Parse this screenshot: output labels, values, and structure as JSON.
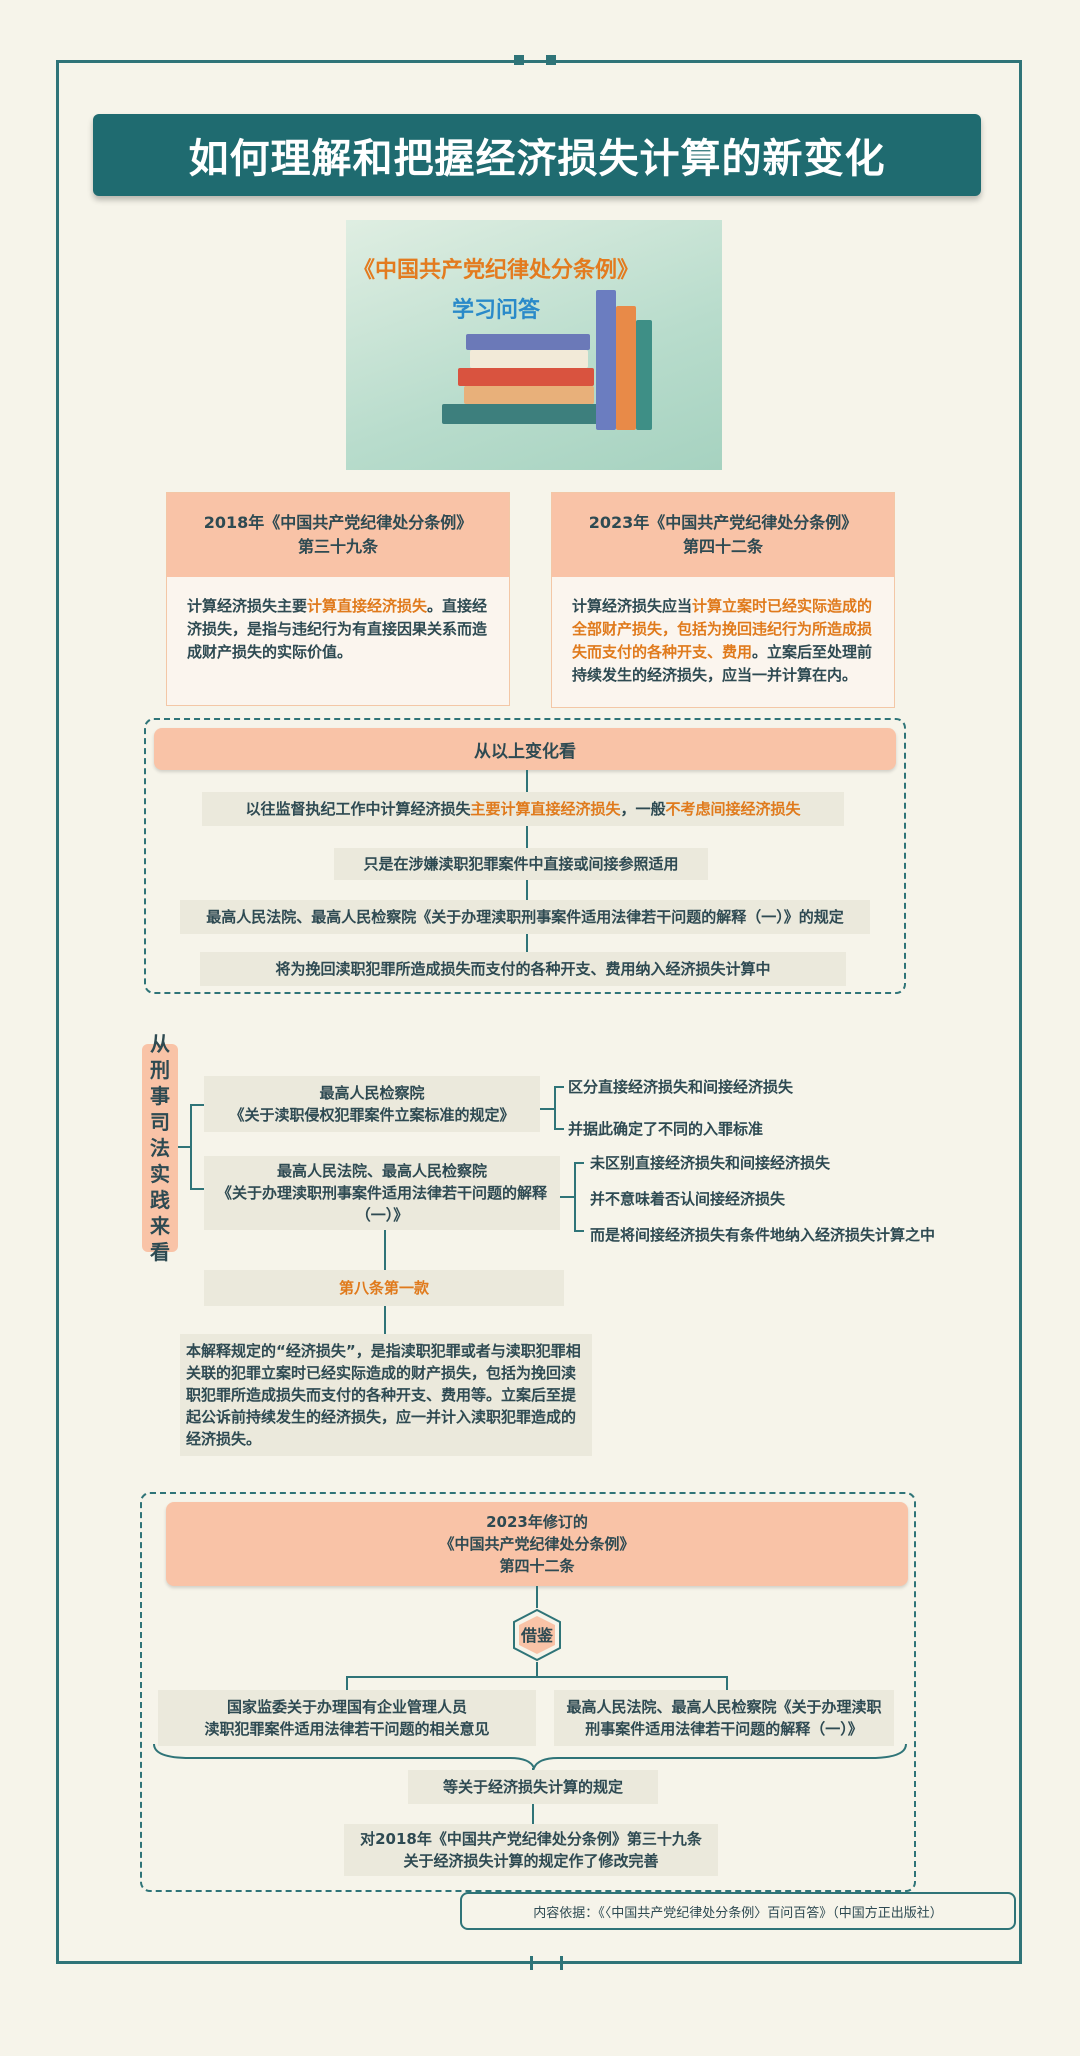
{
  "title": "如何理解和把握经济损失计算的新变化",
  "cover": {
    "title": "《中国共产党纪律处分条例》",
    "subtitle": "学习问答"
  },
  "left_box": {
    "head1": "2018年《中国共产党纪律处分条例》",
    "head2": "第三十九条",
    "body_pre": "计算经济损失主要",
    "body_hl": "计算直接经济损失",
    "body_post": "。直接经济损失，是指与违纪行为有直接因果关系而造成财产损失的实际价值。"
  },
  "right_box": {
    "head1": "2023年《中国共产党纪律处分条例》",
    "head2": "第四十二条",
    "body_pre": "计算经济损失应当",
    "body_hl": "计算立案时已经实际造成的全部财产损失，包括为挽回违纪行为所造成损失而支付的各种开支、费用",
    "body_post": "。立案后至处理前持续发生的经济损失，应当一并计算在内。"
  },
  "change": {
    "header": "从以上变化看",
    "line1_pre": "以往监督执纪工作中计算经济损失",
    "line1_hl1": "主要计算直接经济损失",
    "line1_mid": "，一般",
    "line1_hl2": "不考虑间接经济损失",
    "line2": "只是在涉嫌渎职犯罪案件中直接或间接参照适用",
    "line3": "最高人民法院、最高人民检察院《关于办理渎职刑事案件适用法律若干问题的解释（一）》的规定",
    "line4": "将为挽回渎职犯罪所造成损失而支付的各种开支、费用纳入经济损失计算中"
  },
  "practice": {
    "tab": [
      "从",
      "刑",
      "事",
      "司",
      "法",
      "实",
      "践",
      "来",
      "看"
    ],
    "box1_line1": "最高人民检察院",
    "box1_line2": "《关于渎职侵权犯罪案件立案标准的规定》",
    "b1": "区分直接经济损失和间接经济损失",
    "b2": "并据此确定了不同的入罪标准",
    "box2_line1": "最高人民法院、最高人民检察院",
    "box2_line2": "《关于办理渎职刑事案件适用法律若干问题的解释",
    "box2_line3": "（一）》",
    "c1": "未区别直接经济损失和间接经济损失",
    "c2": "并不意味着否认间接经济损失",
    "c3": "而是将间接经济损失有条件地纳入经济损失计算之中",
    "article": "第八条第一款",
    "para": "本解释规定的“经济损失”，是指渎职犯罪或者与渎职犯罪相关联的犯罪立案时已经实际造成的财产损失，包括为挽回渎职犯罪所造成损失而支付的各种开支、费用等。立案后至提起公诉前持续发生的经济损失，应一并计入渎职犯罪造成的经济损失。"
  },
  "revision": {
    "head1": "2023年修订的",
    "head2": "《中国共产党纪律处分条例》",
    "head3": "第四十二条",
    "badge": "借鉴",
    "left1": "国家监委关于办理国有企业管理人员",
    "left2": "渎职犯罪案件适用法律若干问题的相关意见",
    "right1": "最高人民法院、最高人民检察院《关于办理渎职",
    "right2": "刑事案件适用法律若干问题的解释（一）》",
    "line1": "等关于经济损失计算的规定",
    "line2a": "对2018年《中国共产党纪律处分条例》第三十九条",
    "line2b": "关于经济损失计算的规定作了修改完善"
  },
  "footer": "内容依据：《〈中国共产党纪律处分条例〉百问百答》（中国方正出版社）",
  "colors": {
    "teal": "#1f6b70",
    "salmon": "#f9c3a7",
    "orange": "#e07a1c",
    "blue": "#2a8ac9"
  }
}
